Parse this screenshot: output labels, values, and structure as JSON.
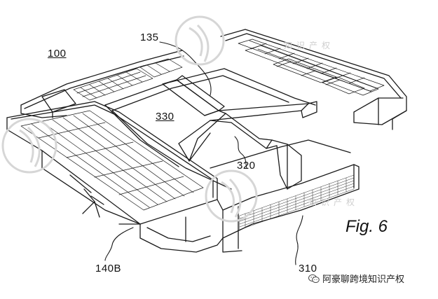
{
  "figure": {
    "caption": "Fig. 6",
    "reference_numerals": {
      "r100": "100",
      "r135": "135",
      "r330": "330",
      "r320": "320",
      "r140b": "140B",
      "r310": "310"
    }
  },
  "watermark": {
    "text_top": "知识产权",
    "text_bottom": "知识产权"
  },
  "source_badge": {
    "icon": "wechat-icon",
    "text": "阿豪聊跨境知识产权"
  }
}
